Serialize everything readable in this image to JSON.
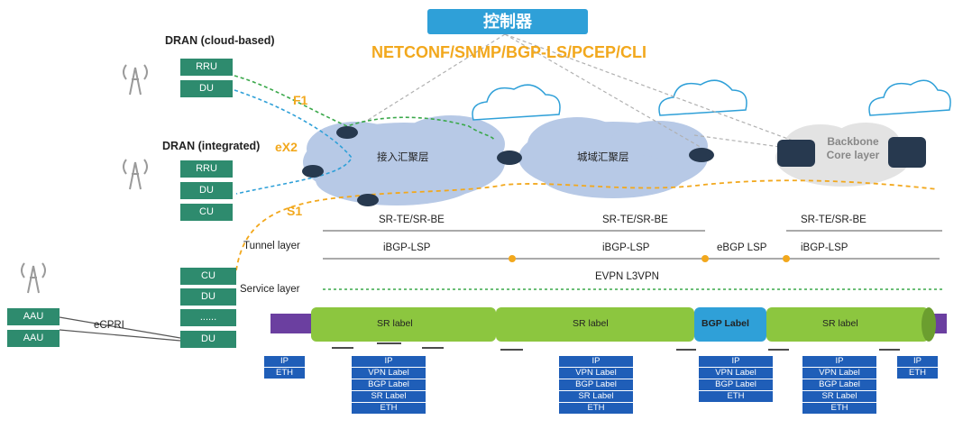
{
  "controller": {
    "label": "控制器"
  },
  "protocols": "NETCONF/SNMP/BGP-LS/PCEP/CLI",
  "dran_cloud": {
    "title": "DRAN (cloud-based)",
    "boxes": [
      "RRU",
      "DU"
    ]
  },
  "dran_integrated": {
    "title": "DRAN (integrated)",
    "boxes": [
      "RRU",
      "DU",
      "CU"
    ]
  },
  "cran": {
    "boxes": [
      "CU",
      "DU",
      "......",
      "DU"
    ]
  },
  "aau": {
    "boxes": [
      "AAU",
      "AAU"
    ],
    "link": "eCPRI"
  },
  "interfaces": {
    "f1": "F1",
    "ex2": "eX2",
    "s1": "S1"
  },
  "clouds": {
    "access": "接入汇聚层",
    "metro": "城域汇聚层",
    "core": "Backbone Core layer"
  },
  "layers": {
    "tunnel": "Tunnel layer",
    "service": "Service layer"
  },
  "tunnels": {
    "sr_row": [
      "SR-TE/SR-BE",
      "SR-TE/SR-BE",
      "SR-TE/SR-BE"
    ],
    "bgp_row": [
      "iBGP-LSP",
      "iBGP-LSP",
      "eBGP LSP",
      "iBGP-LSP"
    ],
    "service": "EVPN L3VPN"
  },
  "tube_labels": [
    "SR label",
    "SR label",
    "BGP Label",
    "SR label"
  ],
  "stacks": {
    "first": [
      "IP",
      "ETH"
    ],
    "push": [
      "IP",
      "VPN Label",
      "BGP Label",
      "SR Label",
      "ETH"
    ],
    "swap1": [
      "IP",
      "VPN Label",
      "BGP Label",
      "SR Label",
      "ETH"
    ],
    "bgp": [
      "IP",
      "VPN Label",
      "BGP Label",
      "ETH"
    ],
    "swap2": [
      "IP",
      "VPN Label",
      "BGP Label",
      "SR Label",
      "ETH"
    ],
    "last": [
      "IP",
      "ETH"
    ]
  },
  "colors": {
    "accent_orange": "#f2a81d",
    "controller_blue": "#2fa0d8",
    "green_box": "#2e8b6e",
    "stack_blue": "#1f5eb8",
    "tube_green": "#8cc63f"
  }
}
